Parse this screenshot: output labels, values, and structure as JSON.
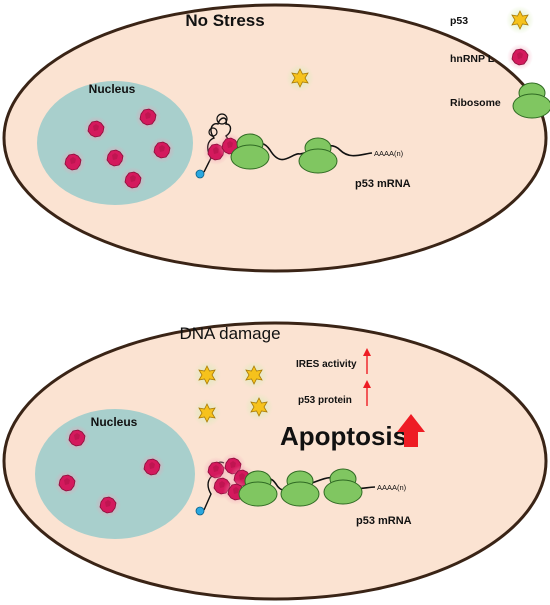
{
  "colors": {
    "cell_fill": "#fbe3d2",
    "cell_stroke": "#3a2416",
    "nucleus_fill": "#a8cfcc",
    "hnrnp_fill": "#d4195d",
    "hnrnp_glow": "#ef7f9e",
    "p53_fill": "#f6c21c",
    "p53_glow": "#d6ecb0",
    "ribosome_fill": "#80c661",
    "ribosome_stroke": "#2f6a23",
    "arrow_red": "#ee1c24",
    "cap_blue": "#2aa7df"
  },
  "legend": {
    "p53_label": "p53",
    "hnrnp_label": "hnRNP L",
    "ribosome_label": "Ribosome",
    "icons": [
      "p53-star-icon",
      "hnrnp-l-blob-icon",
      "ribosome-icon"
    ]
  },
  "panel_top": {
    "title": "No Stress",
    "nucleus_label": "Nucleus",
    "polya_label": "AAAA(n)",
    "mrna_label": "p53 mRNA"
  },
  "panel_bottom": {
    "title": "DNA damage",
    "nucleus_label": "Nucleus",
    "polya_label": "AAAA(n)",
    "mrna_label": "p53 mRNA",
    "ires_label": "IRES activity",
    "protein_label": "p53 protein",
    "apoptosis_label": "Apoptosis"
  }
}
